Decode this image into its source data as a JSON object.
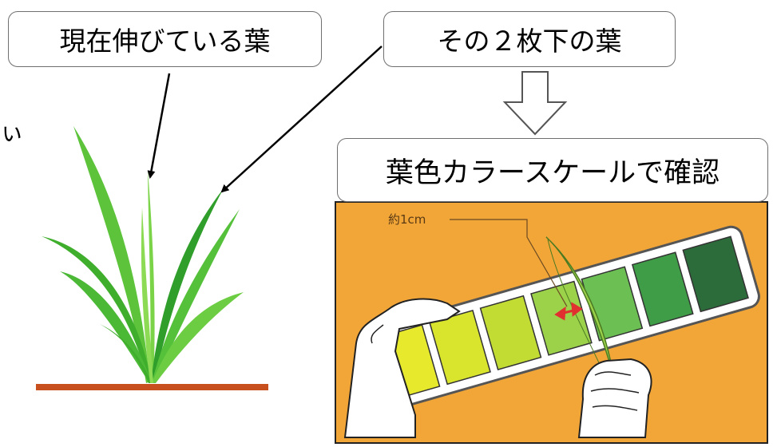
{
  "labels": {
    "current_leaf": "現在伸びている葉",
    "two_below_leaf": "その２枚下の葉",
    "confirm_with_scale": "葉色カラースケールで確認",
    "approx_1cm": "約1cm",
    "left_edge_fragment": "ぃ"
  },
  "colors": {
    "ground_line": "#c8501e",
    "photo_background": "#f2a638",
    "scale_swatches": [
      "#e7ea2c",
      "#d9e52c",
      "#c2dc34",
      "#9cd24a",
      "#6cbf52",
      "#3f9c47",
      "#2c6b3a"
    ],
    "arrow_red": "#e03030"
  },
  "icons": {
    "plant": "rice-seedling-icon",
    "down_arrow": "hollow-down-arrow-icon"
  }
}
